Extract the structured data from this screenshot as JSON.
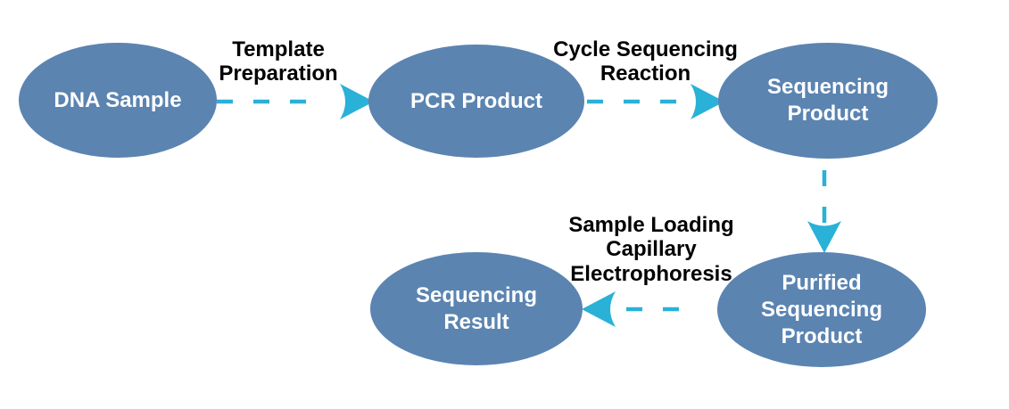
{
  "diagram": {
    "type": "flowchart",
    "nodes": [
      {
        "id": "dna-sample",
        "label": "DNA Sample"
      },
      {
        "id": "pcr-product",
        "label": "PCR Product"
      },
      {
        "id": "sequencing-product",
        "label": "Sequencing\nProduct"
      },
      {
        "id": "purified-sequencing-product",
        "label": "Purified\nSequencing\nProduct"
      },
      {
        "id": "sequencing-result",
        "label": "Sequencing\nResult"
      }
    ],
    "edges": [
      {
        "from": "dna-sample",
        "to": "pcr-product",
        "label": "Template\nPreparation",
        "direction": "right"
      },
      {
        "from": "pcr-product",
        "to": "sequencing-product",
        "label": "Cycle Sequencing\nReaction",
        "direction": "right"
      },
      {
        "from": "sequencing-product",
        "to": "purified-sequencing-product",
        "label": "",
        "direction": "down"
      },
      {
        "from": "purified-sequencing-product",
        "to": "sequencing-result",
        "label": "Sample Loading\nCapillary\nElectrophoresis",
        "direction": "left"
      }
    ],
    "colors": {
      "node_fill": "#5b84b1",
      "node_text": "#ffffff",
      "arrow": "#29b1d7",
      "label_text": "#000000",
      "background": "#ffffff"
    }
  }
}
